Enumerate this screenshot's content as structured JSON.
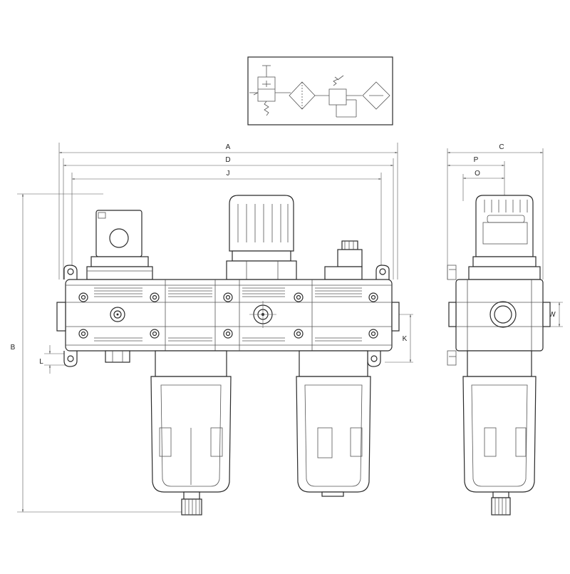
{
  "drawing": {
    "dimensions": {
      "A": "A",
      "D": "D",
      "J": "J",
      "B": "B",
      "L": "L",
      "K": "K",
      "C": "C",
      "P": "P",
      "O": "O",
      "W": "W"
    },
    "views": [
      "front-view",
      "side-view",
      "pneumatic-symbol"
    ]
  }
}
